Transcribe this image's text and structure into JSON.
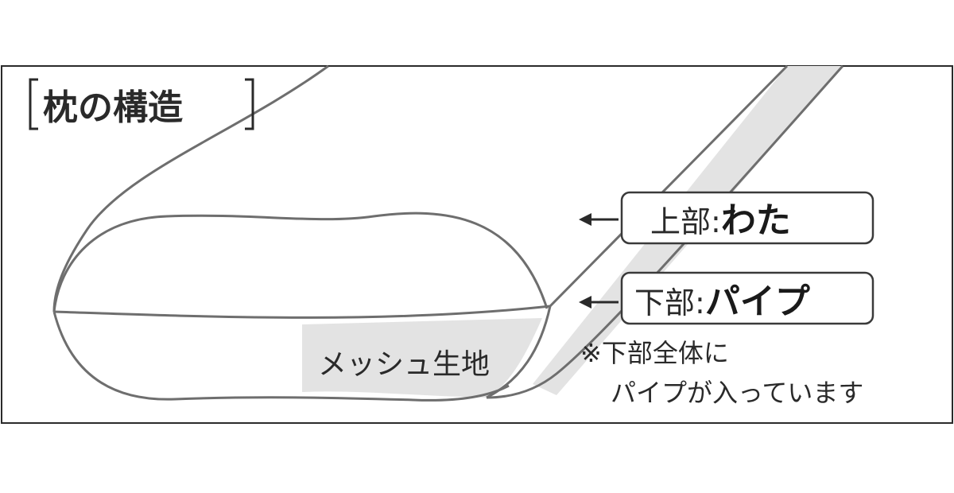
{
  "title": "枕の構造",
  "labels": {
    "upper": {
      "prefix": "上部:",
      "value": "わた"
    },
    "lower": {
      "prefix": "下部:",
      "value": "パイプ"
    }
  },
  "note": {
    "line1": "※下部全体に",
    "line2": "パイプが入っています"
  },
  "mesh_label": "メッシュ生地",
  "colors": {
    "outline": "#6e6e6e",
    "mesh_fill": "#e3e3e3",
    "text": "#2a2a2a"
  }
}
